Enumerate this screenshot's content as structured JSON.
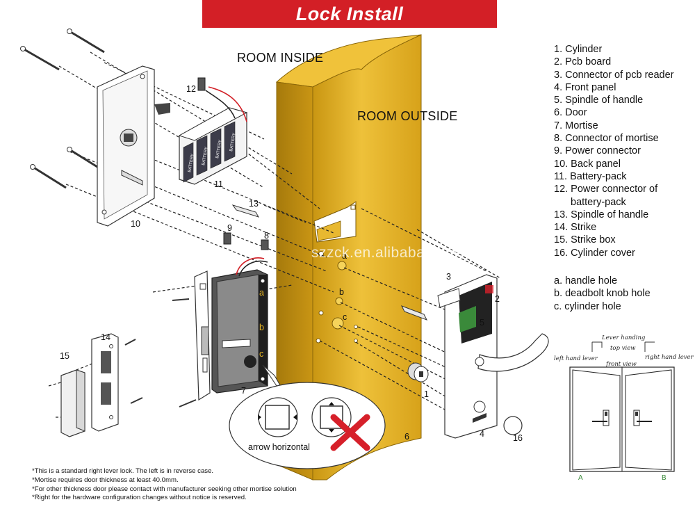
{
  "title": "Lock Install",
  "room_inside": "ROOM INSIDE",
  "room_outside": "ROOM OUTSIDE",
  "watermark": "szzck.en.alibaba.com",
  "parts": [
    "1. Cylinder",
    "2. Pcb board",
    "3. Connector of pcb reader",
    "4. Front panel",
    "5. Spindle of handle",
    "6. Door",
    "7. Mortise",
    "8. Connector of mortise",
    "9. Power connector",
    "10. Back panel",
    "11. Battery-pack",
    "12. Power connector of",
    "battery-pack",
    "13. Spindle of handle",
    "14. Strike",
    "15. Strike box",
    "16. Cylinder cover"
  ],
  "holes": [
    "a. handle hole",
    "b. deadbolt knob hole",
    "c. cylinder hole"
  ],
  "callouts": {
    "n1": "1",
    "n2": "2",
    "n3": "3",
    "n4": "4",
    "n5": "5",
    "n6": "6",
    "n7": "7",
    "n8": "8",
    "n9": "9",
    "n10": "10",
    "n11": "11",
    "n12": "12",
    "n13": "13",
    "n14": "14",
    "n15": "15",
    "n16": "16",
    "ha": "a",
    "hb": "b",
    "hc": "c",
    "ma": "a",
    "mb": "b",
    "mc": "c"
  },
  "battery_text": "BATTERY",
  "arrow_horizontal": "arrow horizontal",
  "lever_diagram": {
    "lever_handing": "Lever handing",
    "top_view": "top view",
    "left_hand_lever": "left hand lever",
    "right_hand_lever": "right hand lever",
    "front_view": "front view",
    "label_a": "A",
    "label_b": "B"
  },
  "notes": [
    "*This is a standard right lever lock. The left is in reverse case.",
    "*Mortise requires door thickness at least 40.0mm.",
    "*For other thickness door please contact with manufacturer seeking other mortise solution",
    "*Right for the hardware configuration changes without notice is reserved."
  ],
  "colors": {
    "title_bg": "#d31f26",
    "door_gold": "#e6b422",
    "cross_red": "#d6202a",
    "pcb_green": "#3a8a3a"
  }
}
